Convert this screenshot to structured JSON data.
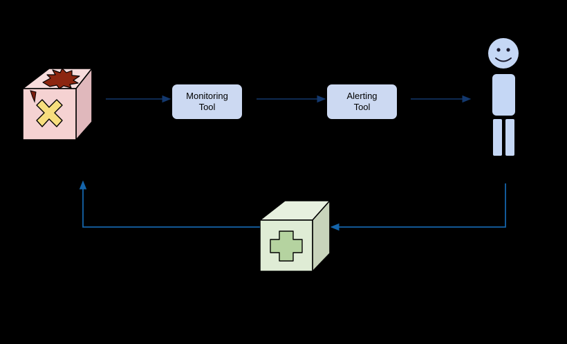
{
  "diagram": {
    "type": "incident-response-flow",
    "background_color": "#000000",
    "nodes": [
      {
        "id": "failed-service",
        "kind": "cube-3d",
        "label": "",
        "state": "broken",
        "fill": "#f5d2d2",
        "side_fill": "#e0b8bc",
        "top_fill": "#f7dcdc",
        "marks": [
          "explosion-burst",
          "yellow-x",
          "crack-shard"
        ],
        "x_mark_color": "#f7de7e",
        "burst_color": "#8c2610"
      },
      {
        "id": "monitoring-tool",
        "kind": "rounded-box",
        "label": "Monitoring\nTool",
        "fill": "#ccd9f2",
        "stroke": "#000000"
      },
      {
        "id": "alerting-tool",
        "kind": "rounded-box",
        "label": "Alerting\nTool",
        "fill": "#ccd9f2",
        "stroke": "#000000"
      },
      {
        "id": "on-call-engineer",
        "kind": "actor-person",
        "label": "",
        "fill": "#c5d7f5",
        "face": "smiling"
      },
      {
        "id": "recovered-service",
        "kind": "cube-3d",
        "label": "",
        "state": "healthy",
        "fill": "#dfecd5",
        "side_fill": "#c8d4bb",
        "top_fill": "#e7f0df",
        "marks": [
          "green-plus"
        ],
        "plus_color": "#b5d3a0"
      }
    ],
    "connectors": [
      {
        "id": "failed-to-monitoring",
        "from": "failed-service",
        "to": "monitoring-tool",
        "direction": "right",
        "color": "#13386e"
      },
      {
        "id": "monitoring-to-alerting",
        "from": "monitoring-tool",
        "to": "alerting-tool",
        "direction": "right",
        "color": "#13386e"
      },
      {
        "id": "alerting-to-engineer",
        "from": "alerting-tool",
        "to": "on-call-engineer",
        "direction": "right",
        "color": "#13386e"
      },
      {
        "id": "engineer-to-recovered",
        "from": "on-call-engineer",
        "to": "recovered-service",
        "direction": "left",
        "color": "#1464aa"
      },
      {
        "id": "recovered-to-failed",
        "from": "recovered-service",
        "to": "failed-service",
        "direction": "up",
        "color": "#1464aa"
      }
    ]
  },
  "colors": {
    "arrow_dark": "#13386e",
    "arrow_blue": "#1464aa",
    "box_fill": "#ccd9f2",
    "stroke": "#000000",
    "background": "#000000"
  }
}
